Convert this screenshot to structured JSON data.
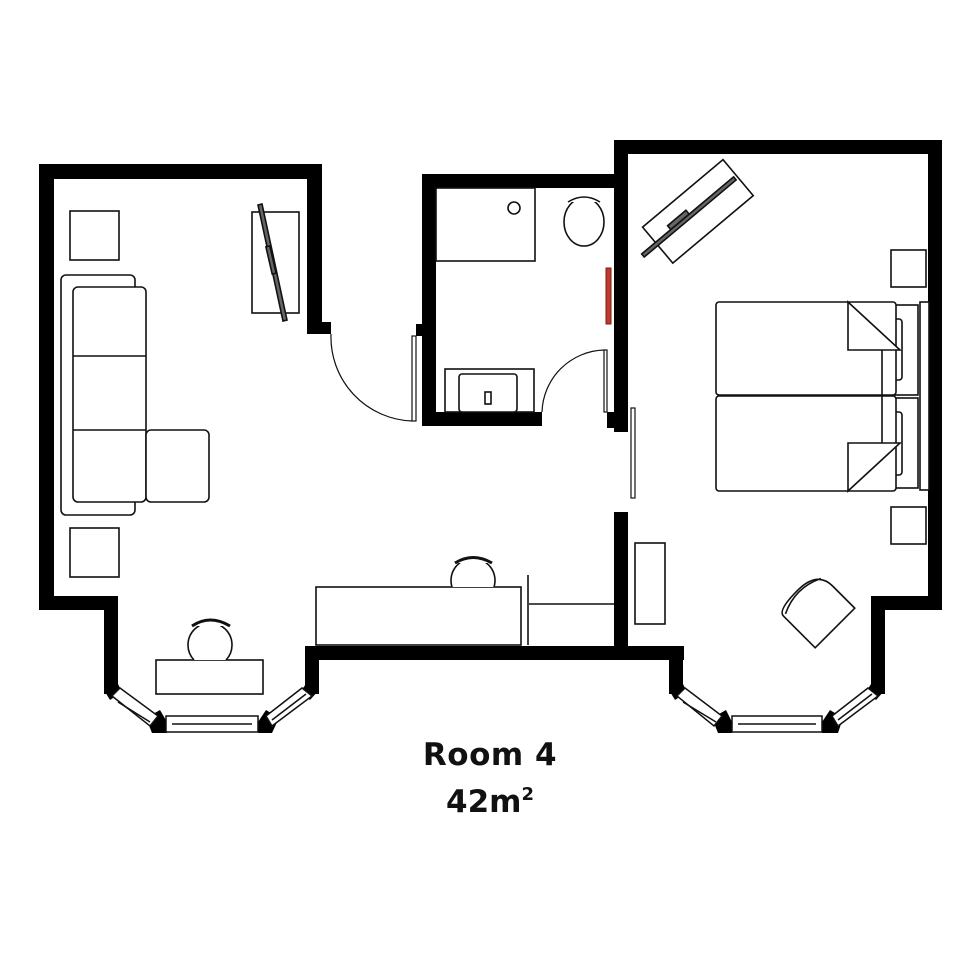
{
  "plan": {
    "title": "Room 4",
    "area_value": "42m",
    "area_unit_superscript": "2",
    "colors": {
      "wall": "#000000",
      "furniture_stroke": "#111111",
      "tv_fill": "#666666",
      "towel_rail": "#c0392b",
      "background": "#ffffff"
    },
    "rooms": [
      {
        "name": "living-area",
        "furniture": [
          "side-table",
          "side-table",
          "corner-sofa",
          "tv-unit",
          "desk",
          "desk-chair",
          "console-table",
          "chair"
        ]
      },
      {
        "name": "bathroom",
        "furniture": [
          "shower-tray",
          "toilet",
          "towel-rail",
          "vanity-basin"
        ]
      },
      {
        "name": "bedroom",
        "furniture": [
          "tv-unit",
          "bedside-table",
          "bedside-table",
          "twin-beds",
          "armchair",
          "dresser"
        ]
      }
    ]
  }
}
